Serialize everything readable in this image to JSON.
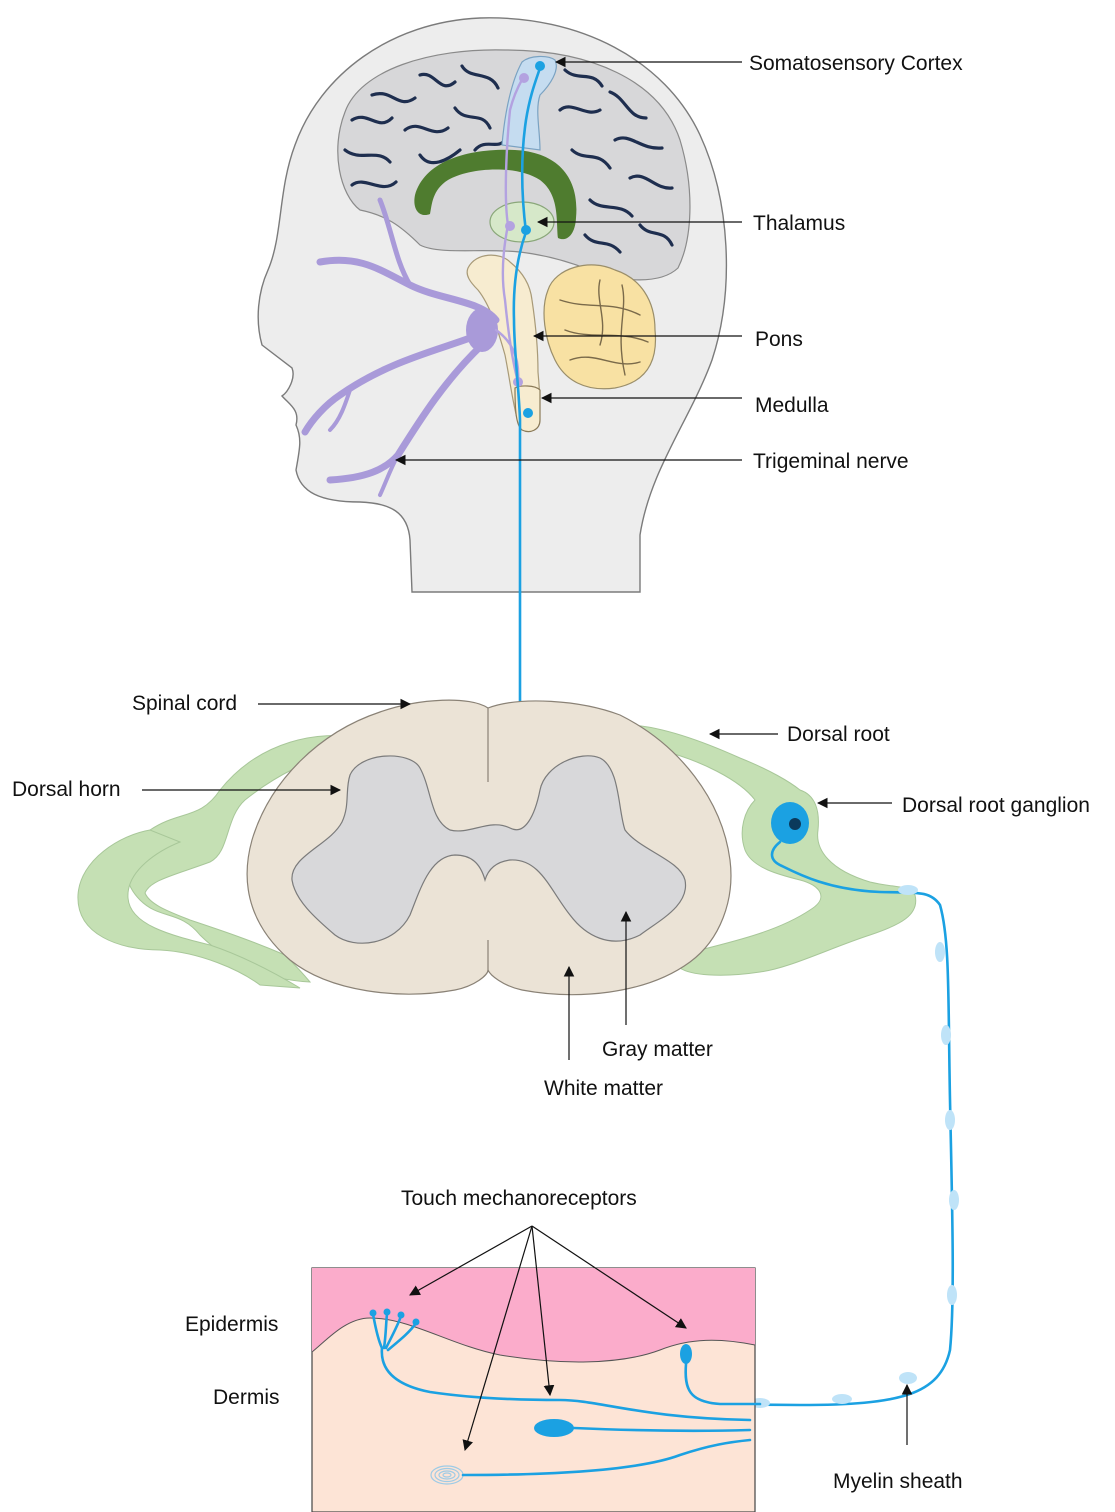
{
  "colors": {
    "nerve": "#1ba1e2",
    "myelin": "#bfe3f8",
    "trigeminal": "#a99ad9",
    "head": "#ededed",
    "brain": "#d7d7d9",
    "corpus_callosum": "#4f7c2f",
    "cerebellum": "#f8e1a3",
    "brainstem": "#f7ecd0",
    "thalamus": "#d6e8c9",
    "spinal_white": "#ebe3d6",
    "spinal_gray": "#d8d8da",
    "root": "#c5e0b4",
    "epidermis": "#fbaccb",
    "dermis": "#fde4d6"
  },
  "labels": {
    "somatosensory_cortex": "Somatosensory Cortex",
    "thalamus": "Thalamus",
    "pons": "Pons",
    "medulla": "Medulla",
    "trigeminal_nerve": "Trigeminal nerve",
    "spinal_cord": "Spinal cord",
    "dorsal_root": "Dorsal root",
    "dorsal_horn": "Dorsal horn",
    "dorsal_root_ganglion": "Dorsal root ganglion",
    "gray_matter": "Gray matter",
    "white_matter": "White matter",
    "touch_mechanoreceptors": "Touch mechanoreceptors",
    "epidermis": "Epidermis",
    "dermis": "Dermis",
    "myelin_sheath": "Myelin sheath"
  }
}
